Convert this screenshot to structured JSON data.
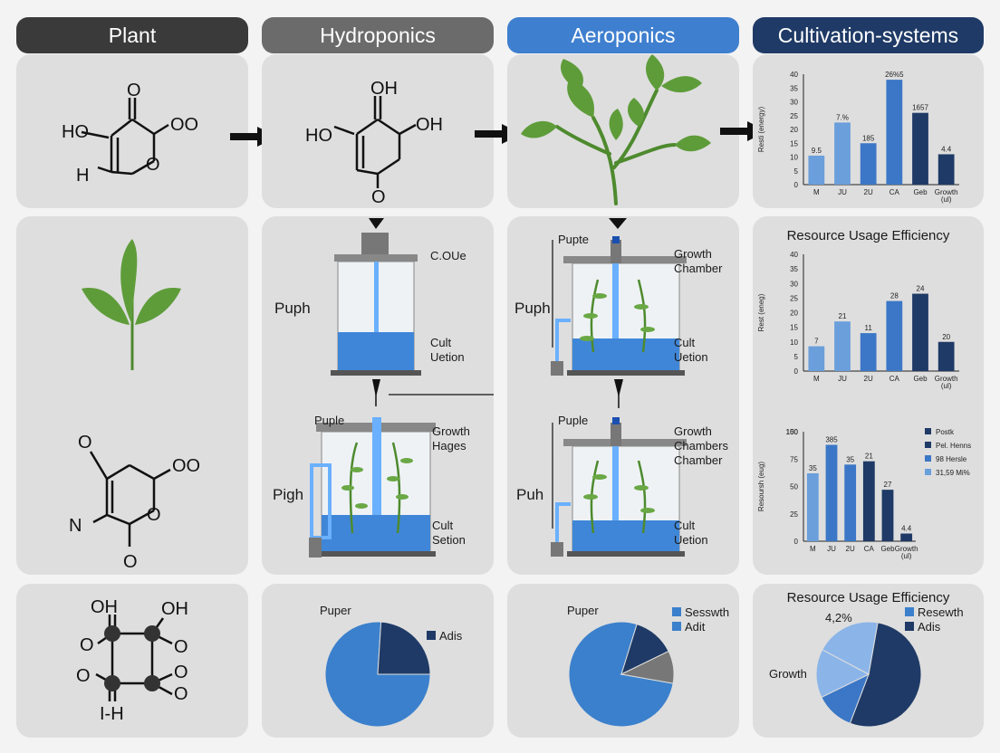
{
  "headers": [
    {
      "label": "Plant",
      "color": "#3a3a3a"
    },
    {
      "label": "Hydroponics",
      "color": "#6b6b6b"
    },
    {
      "label": "Aeroponics",
      "color": "#3f7fcf"
    },
    {
      "label": "Cultivation-systems",
      "color": "#1f3a66"
    }
  ],
  "colors": {
    "light_blue": "#6a9fdb",
    "mid_blue": "#3b77c6",
    "dark_blue": "#1f3a66",
    "panel": "#dedede",
    "leaf": "#5e9c3a",
    "water": "#3f86d8"
  },
  "molecules": {
    "top_left": {
      "atoms": [
        "O",
        "HO",
        "OO",
        "O",
        "H"
      ]
    },
    "top_hydro": {
      "atoms": [
        "OH",
        "HO",
        "OH",
        "O"
      ]
    },
    "mid_left": {
      "atoms": [
        "O",
        "OO",
        "N",
        "O",
        "O"
      ]
    },
    "bottom_left": {
      "atoms": [
        "OH",
        "OH",
        "O",
        "O",
        "O",
        "O",
        "O",
        "I-H"
      ]
    }
  },
  "tanks": {
    "hydro_top": {
      "labels": [
        "C.OUe",
        "Puph",
        "Cult",
        "Uetion"
      ]
    },
    "aero_top": {
      "labels": [
        "Pupte",
        "Growth",
        "Chamber",
        "Puph",
        "Cult",
        "Uetion"
      ]
    },
    "hydro_bottom": {
      "labels": [
        "Puple",
        "Growth",
        "Hages",
        "Pigh",
        "Cult",
        "Setion"
      ]
    },
    "aero_bottom": {
      "labels": [
        "Puple",
        "Growth",
        "Chambers",
        "Chamber",
        "Puh",
        "Cult",
        "Uetion"
      ]
    }
  },
  "chart_data": [
    {
      "type": "bar",
      "title": "",
      "ylabel": "Resti (energy)",
      "ylim": [
        0,
        40
      ],
      "yticks": [
        0,
        5,
        10,
        15,
        20,
        25,
        30,
        35,
        40
      ],
      "categories": [
        "M",
        "JU",
        "2U",
        "CA",
        "Geb",
        "Growth (ul)"
      ],
      "values": [
        10.5,
        22.5,
        15,
        38,
        26,
        11
      ],
      "value_labels": [
        "9.5",
        "7.%",
        "185",
        "26%5",
        "1657",
        "4.4"
      ],
      "colors": [
        "#6a9fdb",
        "#6a9fdb",
        "#3b77c6",
        "#3b77c6",
        "#1f3a66",
        "#1f3a66"
      ]
    },
    {
      "type": "bar",
      "title": "Resource Usage Efficiency",
      "ylabel": "Rest (eneg)",
      "ylim": [
        0,
        40
      ],
      "yticks": [
        0,
        5,
        10,
        15,
        20,
        25,
        30,
        35,
        40
      ],
      "categories": [
        "M",
        "JU",
        "2U",
        "CA",
        "Geb",
        "Growth (ul)"
      ],
      "values": [
        8.5,
        17,
        13,
        24,
        26.5,
        10
      ],
      "value_labels": [
        "7",
        "21",
        "11",
        "28",
        "24",
        "20"
      ],
      "colors": [
        "#6a9fdb",
        "#6a9fdb",
        "#3b77c6",
        "#3b77c6",
        "#1f3a66",
        "#1f3a66"
      ]
    },
    {
      "type": "bar",
      "title": "",
      "ylabel": "Resoursh (eug)",
      "ylim": [
        0,
        100
      ],
      "yticks": [
        0,
        25,
        50,
        75,
        100,
        150
      ],
      "categories": [
        "M",
        "JU",
        "2U",
        "CA",
        "Geb",
        "Growth (ul)"
      ],
      "values": [
        62,
        88,
        70,
        73,
        47,
        7
      ],
      "value_labels": [
        "35",
        "385",
        "35",
        "21",
        "27",
        "4.4"
      ],
      "colors": [
        "#6a9fdb",
        "#3b77c6",
        "#3b77c6",
        "#1f3a66",
        "#1f3a66",
        "#1f3a66"
      ],
      "legend": [
        {
          "label": "Postk",
          "color": "#1f3a66"
        },
        {
          "label": "Pel. Henns",
          "color": "#1f3a66"
        },
        {
          "label": "98 Hersle",
          "color": "#3b77c6"
        },
        {
          "label": "31,59 Mi%",
          "color": "#6a9fdb"
        }
      ]
    },
    {
      "type": "pie",
      "title": "",
      "slices": [
        {
          "label": "",
          "value": 76,
          "color": "#3b80cc"
        },
        {
          "label": "Adis",
          "value": 24,
          "color": "#1f3a66"
        }
      ],
      "text": {
        "top": "Puper",
        "legend": "Adis"
      }
    },
    {
      "type": "pie",
      "title": "",
      "slices": [
        {
          "label": "",
          "value": 77,
          "color": "#3b80cc"
        },
        {
          "label": "Adit",
          "value": 13,
          "color": "#1f3a66"
        },
        {
          "label": "Sesswth",
          "value": 10,
          "color": "#777777"
        }
      ],
      "text": {
        "top": "Puper",
        "legend1": "Sesswth",
        "legend2": "Adit"
      }
    },
    {
      "type": "pie",
      "title": "Resource Usage Efficiency",
      "slices": [
        {
          "label": "",
          "value": 53,
          "color": "#1f3a66"
        },
        {
          "label": "",
          "value": 12,
          "color": "#3b77c6"
        },
        {
          "label": "Growth",
          "value": 15,
          "color": "#8bb5e8"
        },
        {
          "label": "4,2%",
          "value": 20,
          "color": "#8bb5e8"
        }
      ],
      "text": {
        "pct": "4,2%",
        "growth": "Growth",
        "legend1": "Resewth",
        "legend2": "Adis"
      }
    }
  ]
}
